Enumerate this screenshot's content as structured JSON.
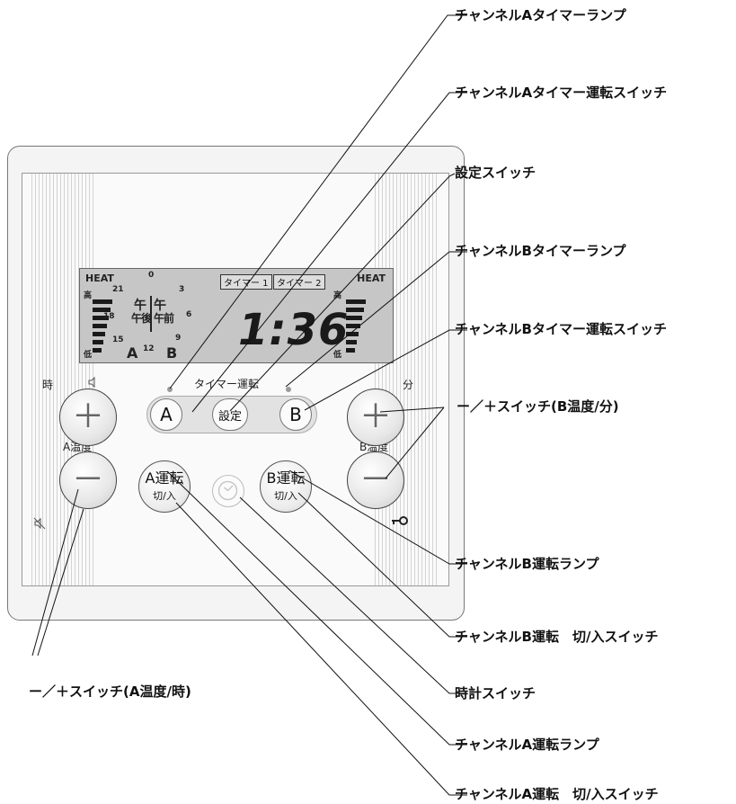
{
  "callouts": {
    "a_timer_lamp": "チャンネルAタイマーランプ",
    "a_timer_switch": "チャンネルAタイマー運転スイッチ",
    "set_switch": "設定スイッチ",
    "b_timer_lamp": "チャンネルBタイマーランプ",
    "b_timer_switch": "チャンネルBタイマー運転スイッチ",
    "b_plusminus": "ー／＋スイッチ(B温度/分)",
    "b_run_lamp": "チャンネルB運転ランプ",
    "b_run_switch": "チャンネルB運転　切/入スイッチ",
    "a_plusminus": "ー／＋スイッチ(A温度/時)",
    "clock_switch": "時計スイッチ",
    "a_run_lamp": "チャンネルA運転ランプ",
    "a_run_switch": "チャンネルA運転　切/入スイッチ"
  },
  "lcd": {
    "heat_left": "HEAT",
    "heat_right": "HEAT",
    "high": "高",
    "low": "低",
    "timer1": "タイマー 1",
    "timer2": "タイマー 2",
    "dial_0": "0",
    "dial_3": "3",
    "dial_6": "6",
    "dial_9": "9",
    "dial_12": "12",
    "dial_15": "15",
    "dial_18": "18",
    "dial_21": "21",
    "am_pm_left": "午後",
    "am_pm_right": "午前",
    "left_upper_kanji": "午",
    "right_upper_kanji": "午",
    "channel_a": "A",
    "channel_b": "B",
    "time": "1:36"
  },
  "panel": {
    "hour_label": "時",
    "minute_label": "分",
    "a_temp_label": "A温度",
    "b_temp_label": "B温度",
    "timer_run_label": "タイマー運転",
    "btn_a": "A",
    "btn_set": "設定",
    "btn_b": "B",
    "a_run_main": "A運転",
    "a_run_sub": "切/入",
    "b_run_main": "B運転",
    "b_run_sub": "切/入",
    "plus": "＋",
    "minus": "－"
  }
}
